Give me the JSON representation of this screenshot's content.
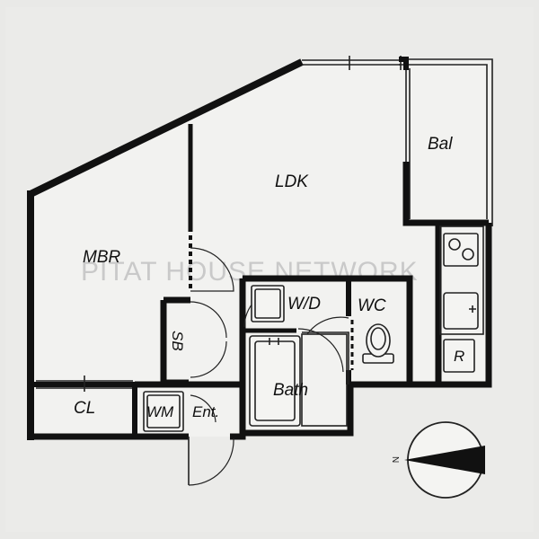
{
  "watermark": "PITAT HOUSE NETWORK",
  "rooms": {
    "ldk": "LDK",
    "mbr": "MBR",
    "bal": "Bal",
    "wd": "W/D",
    "wc": "WC",
    "sb": "SB",
    "bath": "Bath",
    "cl": "CL",
    "wm": "WM",
    "ent": "Ent.",
    "r": "R"
  },
  "compass": {
    "north_label": "N",
    "colors": {
      "needle": "#111111",
      "ring": "#222222"
    }
  },
  "colors": {
    "wall": "#111111",
    "paper": "#e9e9e7",
    "floor": "#f4f4f2"
  }
}
